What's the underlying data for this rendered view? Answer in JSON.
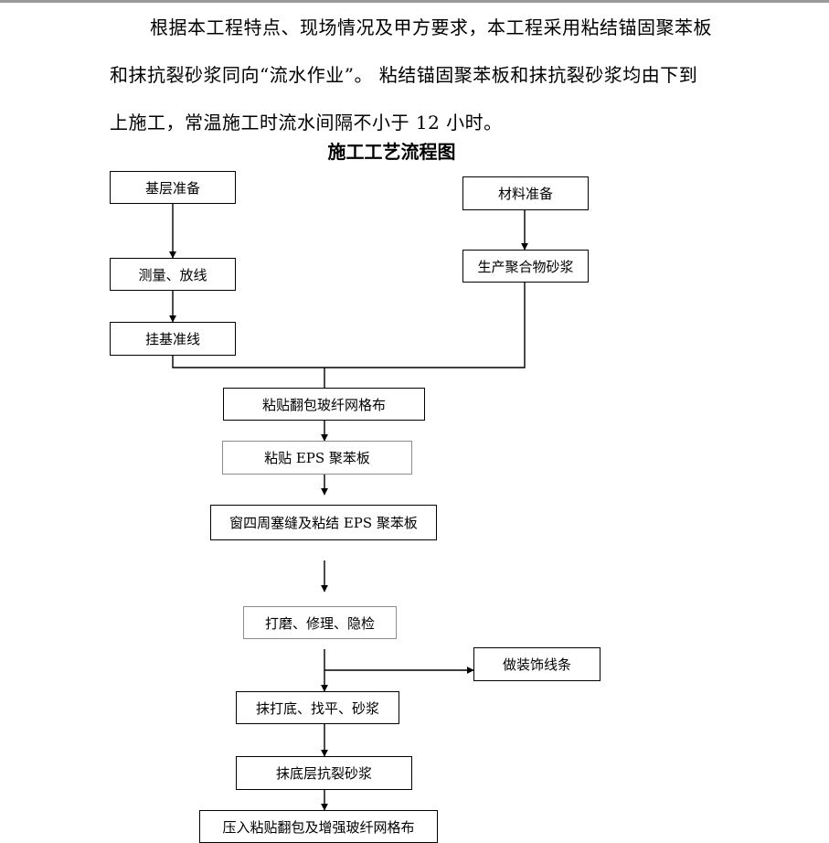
{
  "paragraph": {
    "lines": [
      "根据本工程特点、现场情况及甲方要求，本工程采用粘结锚固聚苯板",
      "和抹抗裂砂浆同向“流水作业”。 粘结锚固聚苯板和抹抗裂砂浆均由下到",
      "上施工，常温施工时流水间隔不小于 12 小时。"
    ]
  },
  "flowchart": {
    "title": "施工工艺流程图",
    "steps": {
      "base_prep": "基层准备",
      "material_prep": "材料准备",
      "survey": "测量、放线",
      "mortar_production": "生产聚合物砂浆",
      "hang_line": "挂基准线",
      "mesh_wrap": "粘贴翻包玻纤网格布",
      "eps_board": "粘贴 EPS 聚苯板",
      "window_seal": "窗四周塞缝及粘结 EPS 聚苯板",
      "sanding": "打磨、修理、隐检",
      "decor_line": "做装饰线条",
      "base_coat": "抹打底、找平、砂浆",
      "crack_mortar": "抹底层抗裂砂浆",
      "press_mesh": "压入粘贴翻包及增强玻纤网格布"
    }
  }
}
